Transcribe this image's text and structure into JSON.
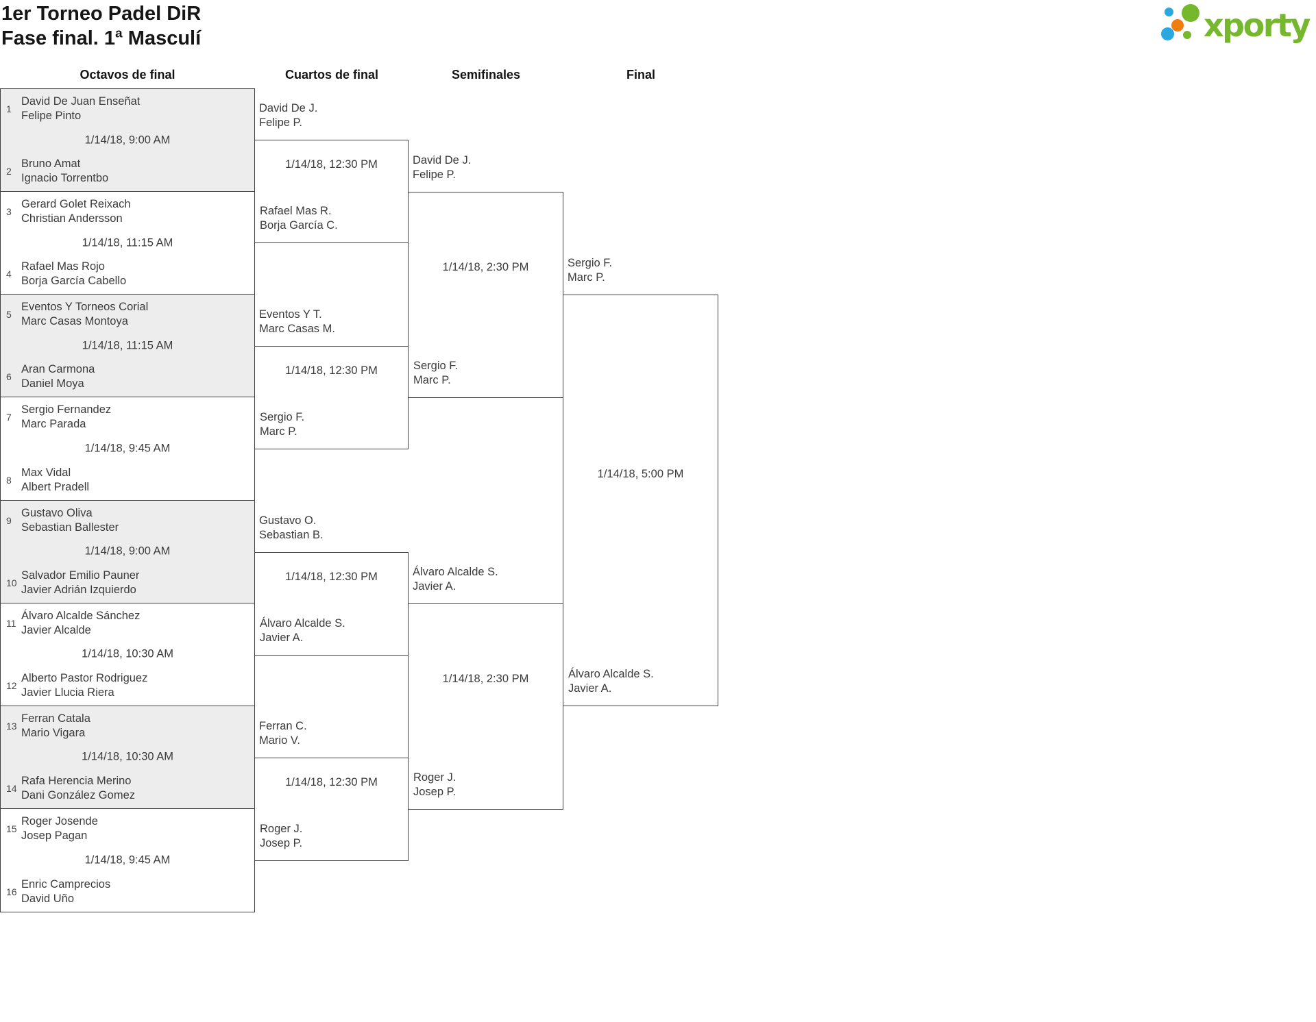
{
  "header": {
    "title": "1er Torneo Padel DiR",
    "subtitle": "Fase final. 1ª Masculí",
    "logo_text": "xporty",
    "logo_colors": {
      "green": "#76b82d",
      "blue": "#29a9e0",
      "orange": "#ef7d0f"
    }
  },
  "rounds": {
    "octavos": "Octavos de final",
    "cuartos": "Cuartos de final",
    "semifinales": "Semifinales",
    "final": "Final"
  },
  "octavos": [
    {
      "seed_top": "1",
      "top": "David De Juan Enseñat\nFelipe Pinto",
      "date": "1/14/18, 9:00 AM",
      "seed_bottom": "2",
      "bottom": "Bruno Amat\nIgnacio Torrentbo"
    },
    {
      "seed_top": "3",
      "top": "Gerard Golet Reixach\nChristian Andersson",
      "date": "1/14/18, 11:15 AM",
      "seed_bottom": "4",
      "bottom": "Rafael Mas Rojo\nBorja García Cabello"
    },
    {
      "seed_top": "5",
      "top": "Eventos Y Torneos Corial\nMarc Casas Montoya",
      "date": "1/14/18, 11:15 AM",
      "seed_bottom": "6",
      "bottom": "Aran Carmona\nDaniel Moya"
    },
    {
      "seed_top": "7",
      "top": "Sergio Fernandez\nMarc Parada",
      "date": "1/14/18, 9:45 AM",
      "seed_bottom": "8",
      "bottom": "Max Vidal\nAlbert Pradell"
    },
    {
      "seed_top": "9",
      "top": "Gustavo Oliva\nSebastian Ballester",
      "date": "1/14/18, 9:00 AM",
      "seed_bottom": "10",
      "bottom": "Salvador Emilio Pauner\nJavier Adrián Izquierdo"
    },
    {
      "seed_top": "11",
      "top": "Álvaro Alcalde Sánchez\nJavier Alcalde",
      "date": "1/14/18, 10:30 AM",
      "seed_bottom": "12",
      "bottom": "Alberto Pastor Rodriguez\nJavier Llucia Riera"
    },
    {
      "seed_top": "13",
      "top": "Ferran Catala\nMario Vigara",
      "date": "1/14/18, 10:30 AM",
      "seed_bottom": "14",
      "bottom": "Rafa Herencia Merino\nDani González Gomez"
    },
    {
      "seed_top": "15",
      "top": "Roger Josende\nJosep Pagan",
      "date": "1/14/18, 9:45 AM",
      "seed_bottom": "16",
      "bottom": "Enric Camprecios\nDavid Uño"
    }
  ],
  "cuartos": [
    {
      "top": "David De J.\nFelipe P.",
      "date": "1/14/18, 12:30 PM",
      "bottom": "Rafael Mas R.\nBorja García C."
    },
    {
      "top": "Eventos Y T.\nMarc Casas M.",
      "date": "1/14/18, 12:30 PM",
      "bottom": "Sergio F.\nMarc P."
    },
    {
      "top": "Gustavo O.\nSebastian B.",
      "date": "1/14/18, 12:30 PM",
      "bottom": "Álvaro Alcalde S.\nJavier A."
    },
    {
      "top": "Ferran C.\nMario V.",
      "date": "1/14/18, 12:30 PM",
      "bottom": "Roger J.\nJosep P."
    }
  ],
  "semifinales": [
    {
      "top": "David De J.\nFelipe P.",
      "date": "1/14/18, 2:30 PM",
      "bottom": "Sergio F.\nMarc P."
    },
    {
      "top": "Álvaro Alcalde S.\nJavier A.",
      "date": "1/14/18, 2:30 PM",
      "bottom": "Roger J.\nJosep P."
    }
  ],
  "final": {
    "top": "Sergio F.\nMarc P.",
    "date": "1/14/18, 5:00 PM",
    "bottom": "Álvaro Alcalde S.\nJavier A."
  }
}
